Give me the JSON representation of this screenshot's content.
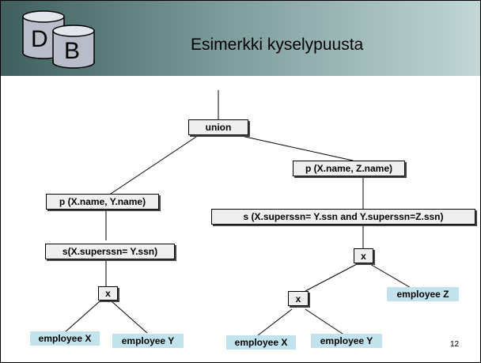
{
  "slide": {
    "title": "Esimerkki kyselypuusta",
    "logo": {
      "letter1": "D",
      "letter2": "B"
    },
    "page_number": "12"
  },
  "tree": {
    "union": "union",
    "left_projection": "p (X.name, Y.name)",
    "left_selection": "s(X.superssn= Y.ssn)",
    "left_product": "x",
    "left_leaf_1": "employee X",
    "left_leaf_2": "employee Y",
    "right_projection": "p (X.name, Z.name)",
    "right_selection": "s (X.superssn= Y.ssn and Y.superssn=Z.ssn)",
    "right_product_top": "x",
    "right_product_inner": "x",
    "right_leaf_z": "employee Z",
    "right_leaf_x": "employee X",
    "right_leaf_y": "employee Y"
  }
}
